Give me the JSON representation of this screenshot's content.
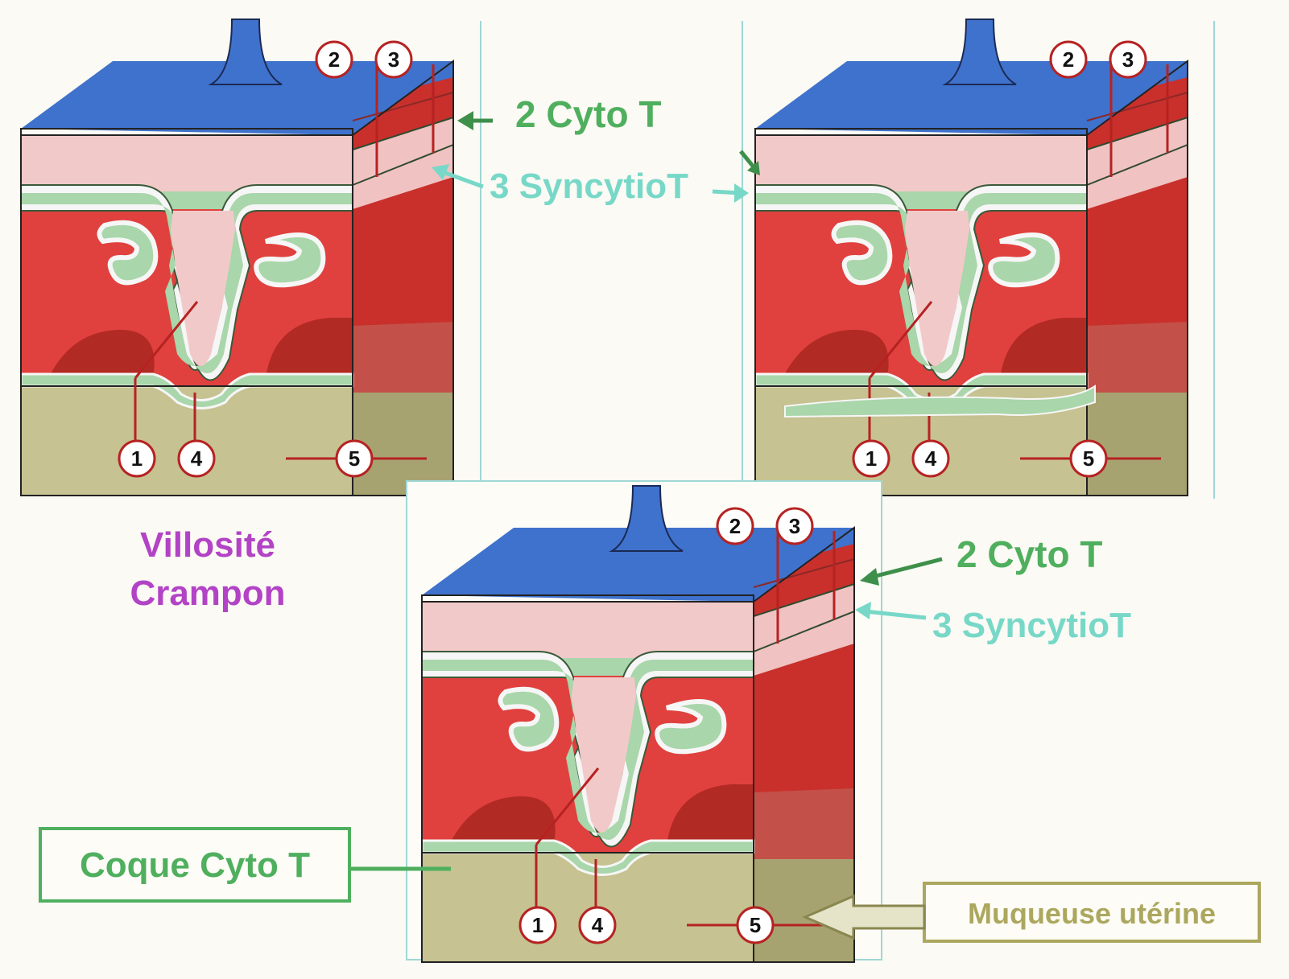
{
  "colors": {
    "blue": "#3f72cc",
    "pink": "#f2c9c9",
    "red": "#e0413e",
    "dark_red": "#b22a24",
    "green": "#a9d6aa",
    "olive": "#c6c291",
    "olive_dark": "#a7a371",
    "label_green": "#4faf5e",
    "label_cyan": "#78d8c8",
    "label_purple": "#b243c6",
    "label_olive": "#aca75e",
    "marker": "#b62222"
  },
  "markers": {
    "m1": "1",
    "m2": "2",
    "m3": "3",
    "m4": "4",
    "m5": "5"
  },
  "labels": {
    "cyto_t": "2 Cyto T",
    "syncytio_t": "3 SyncytioT",
    "villosite_line1": "Villosité",
    "villosite_line2": "Crampon",
    "coque": "Coque Cyto T",
    "muqueuse": "Muqueuse utérine"
  }
}
